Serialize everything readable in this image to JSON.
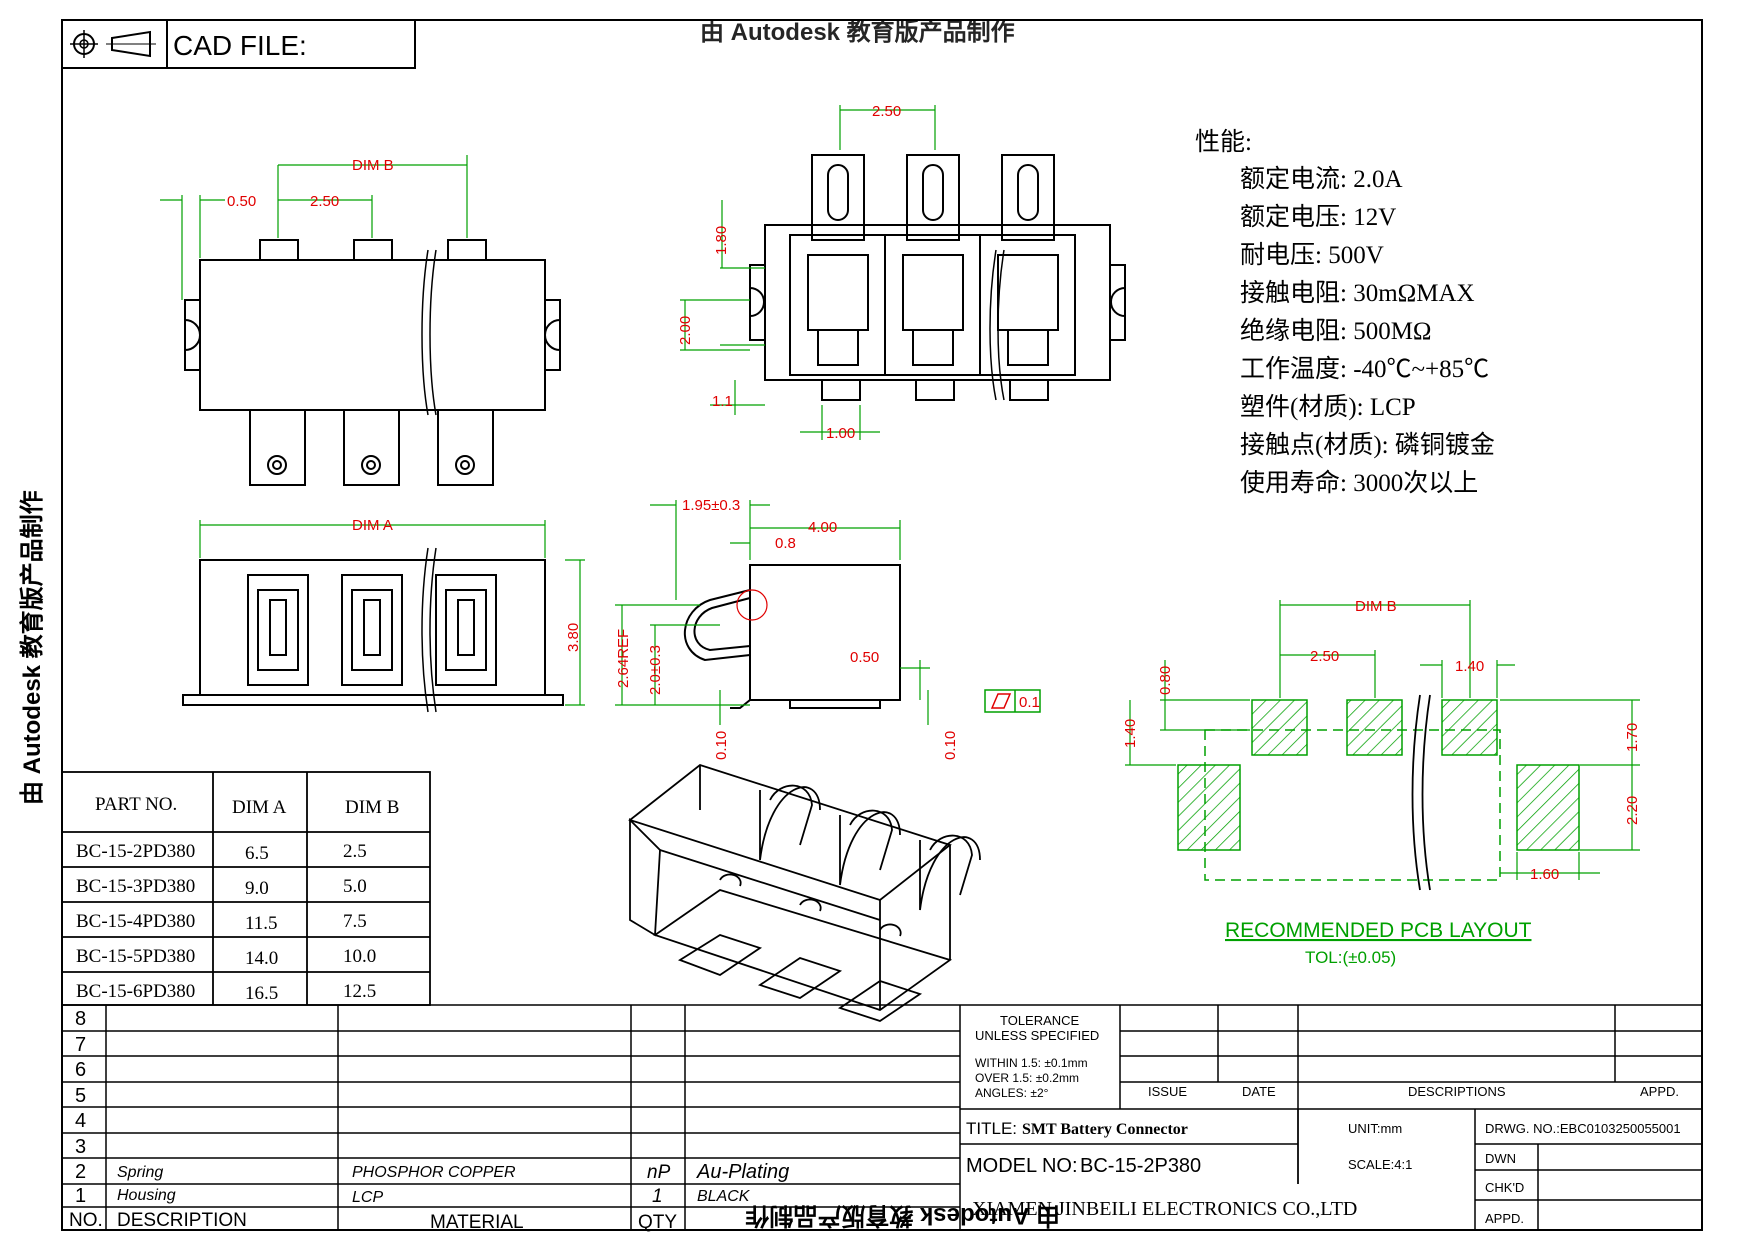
{
  "header": {
    "cad_label": "CAD FILE:",
    "watermark_top": "由 Autodesk 教育版产品制作",
    "watermark_left": "由 Autodesk 教育版产品制作",
    "watermark_bottom": "由 Autodesk 教育版产品制作"
  },
  "dims": {
    "dim_b": "DIM B",
    "dim_a": "DIM A",
    "d050": "0.50",
    "d250": "2.50",
    "d380": "3.80",
    "top_250": "2.50",
    "d180": "1.80",
    "d200": "2.00",
    "d11": "1.1",
    "d100": "1.00",
    "d195": "1.95±0.3",
    "d400": "4.00",
    "d08": "0.8",
    "d264": "2.64REF",
    "d20": "2.0±0.3",
    "d050b": "0.50",
    "d010a": "0.10",
    "d010b": "0.10",
    "flat_tol": "0.1",
    "pcb_dim_b": "DIM B",
    "pcb_250": "2.50",
    "pcb_140a": "1.40",
    "pcb_080": "0.80",
    "pcb_140b": "1.40",
    "pcb_170": "1.70",
    "pcb_220": "2.20",
    "pcb_160": "1.60"
  },
  "specs": {
    "title": "性能:",
    "lines": [
      "额定电流: 2.0A",
      "额定电压: 12V",
      "耐电压: 500V",
      "接触电阻: 30mΩMAX",
      "绝缘电阻: 500MΩ",
      "工作温度: -40℃~+85℃",
      "塑件(材质): LCP",
      "接触点(材质): 磷铜镀金",
      "使用寿命: 3000次以上"
    ]
  },
  "pcb_layout": {
    "title": "RECOMMENDED PCB LAYOUT",
    "tol": "TOL:(±0.05)"
  },
  "part_table": {
    "headers": [
      "PART NO.",
      "DIM A",
      "DIM B"
    ],
    "rows": [
      [
        "BC-15-2PD380",
        "6.5",
        "2.5"
      ],
      [
        "BC-15-3PD380",
        "9.0",
        "5.0"
      ],
      [
        "BC-15-4PD380",
        "11.5",
        "7.5"
      ],
      [
        "BC-15-5PD380",
        "14.0",
        "10.0"
      ],
      [
        "BC-15-6PD380",
        "16.5",
        "12.5"
      ]
    ]
  },
  "bom": {
    "row_numbers": [
      "8",
      "7",
      "6",
      "5",
      "4",
      "3",
      "2",
      "1"
    ],
    "row2": {
      "description": "Spring",
      "material": "PHOSPHOR COPPER",
      "qty": "nP",
      "finish": "Au-Plating"
    },
    "row1": {
      "description": "Housing",
      "material": "LCP",
      "qty": "1",
      "finish": "BLACK"
    },
    "headers": {
      "no": "NO.",
      "description": "DESCRIPTION",
      "material": "MATERIAL",
      "qty": "QTY"
    }
  },
  "title_block": {
    "tolerance_title": "TOLERANCE",
    "tolerance_sub": "UNLESS SPECIFIED",
    "tol_within": "WITHIN 1.5: ±0.1mm",
    "tol_over": "OVER 1.5:  ±0.2mm",
    "tol_angles": "ANGLES: ±2°",
    "issue": "ISSUE",
    "date": "DATE",
    "descriptions": "DESCRIPTIONS",
    "appd_header": "APPD.",
    "title_label": "TITLE:",
    "title_value": "SMT Battery Connector",
    "unit": "UNIT:mm",
    "drwg_no": "DRWG. NO.:EBC0103250055001",
    "model_label": "MODEL NO:",
    "model_value": "BC-15-2P380",
    "scale": "SCALE:4:1",
    "dwn": "DWN",
    "chkd": "CHK'D",
    "appd": "APPD.",
    "company": "XIAMEN JINBEILI ELECTRONICS CO.,LTD"
  },
  "colors": {
    "dimension": "#e00000",
    "pcb": "#00a000",
    "line": "#000000"
  }
}
